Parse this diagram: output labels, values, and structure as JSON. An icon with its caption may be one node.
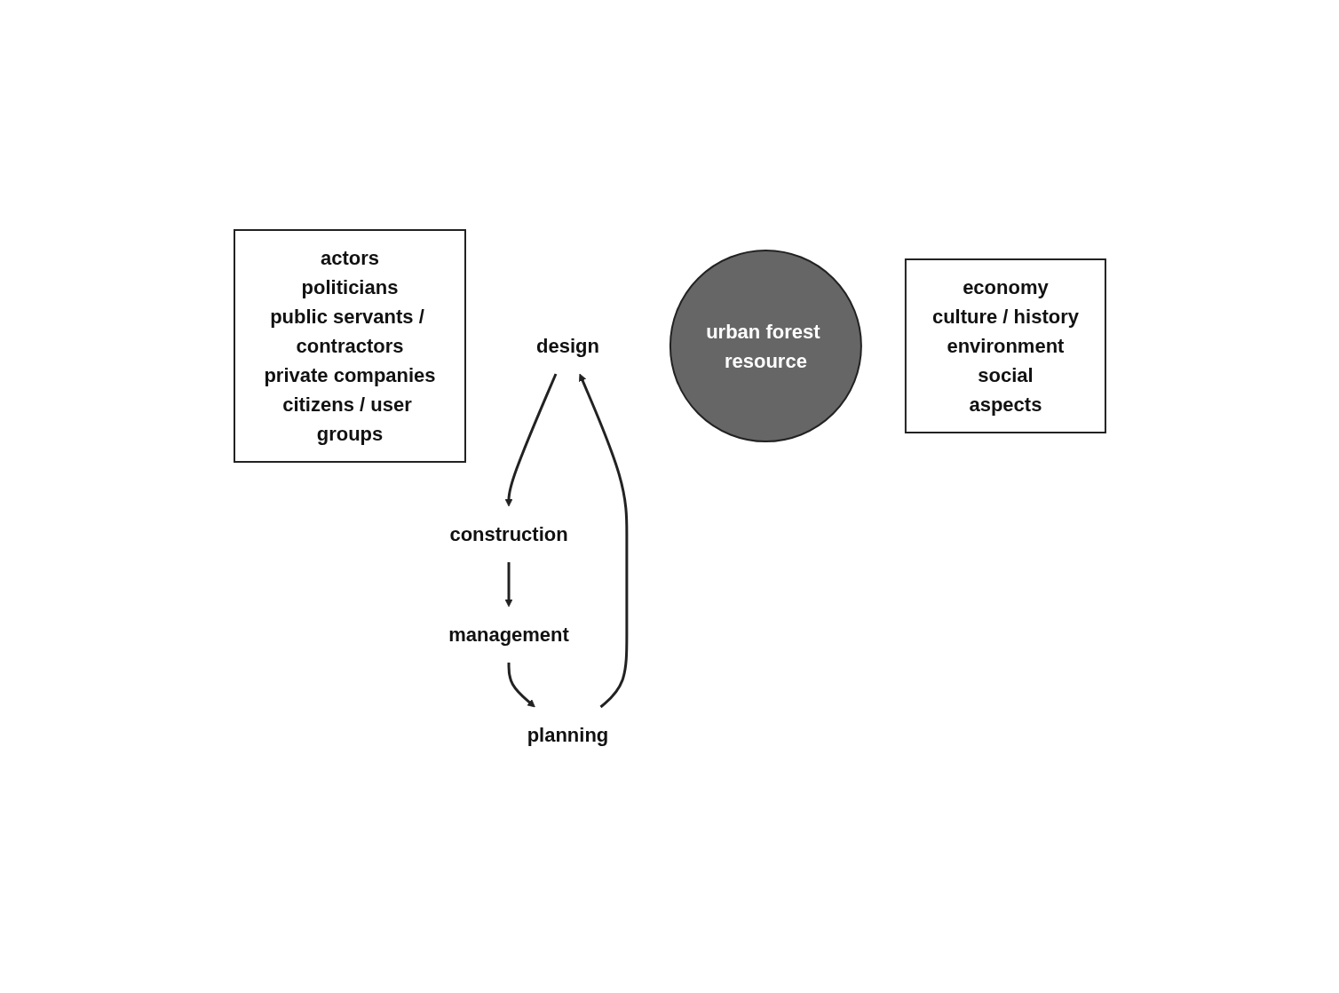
{
  "diagram": {
    "nodes": [
      {
        "text": [
          "actors",
          "politicians",
          "public servants / contractors",
          "private companies",
          "citizens / user groups"
        ]
      },
      {
        "text": [
          "design"
        ]
      },
      {
        "text": [
          "planning"
        ]
      },
      {
        "text": [
          "urban forest resource"
        ]
      },
      {
        "text": [
          "construction"
        ]
      },
      {
        "text": [
          "management"
        ]
      },
      {
        "text": [
          "economy",
          "culture / history",
          "environment",
          "social",
          "aspects"
        ]
      }
    ],
    "edges": [
      {
        "from": 2,
        "to": 1,
        "arrow": "to"
      },
      {
        "from": 1,
        "to": 4,
        "arrow": "to"
      },
      {
        "from": 4,
        "to": 5,
        "arrow": "to"
      },
      {
        "from": 5,
        "to": 2,
        "arrow": "to"
      }
    ]
  }
}
